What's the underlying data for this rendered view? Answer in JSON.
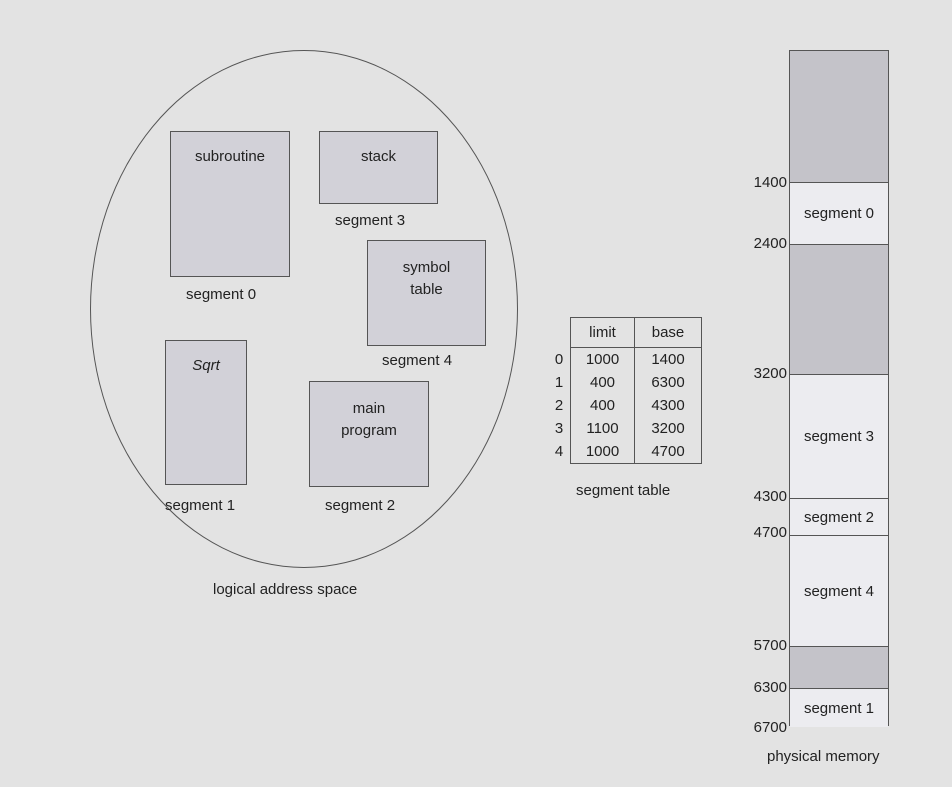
{
  "logical": {
    "caption": "logical address space",
    "segments": {
      "subroutine": {
        "text1": "subroutine",
        "label": "segment 0"
      },
      "stack": {
        "text1": "stack",
        "label": "segment 3"
      },
      "symbol": {
        "text1": "symbol",
        "text2": "table",
        "label": "segment 4"
      },
      "sqrt": {
        "text1": "Sqrt",
        "label": "segment 1"
      },
      "main": {
        "text1": "main",
        "text2": "program",
        "label": "segment 2"
      }
    }
  },
  "segment_table": {
    "caption": "segment table",
    "headers": [
      "limit",
      "base"
    ],
    "rows": [
      {
        "index": "0",
        "limit": "1000",
        "base": "1400"
      },
      {
        "index": "1",
        "limit": "400",
        "base": "6300"
      },
      {
        "index": "2",
        "limit": "400",
        "base": "4300"
      },
      {
        "index": "3",
        "limit": "1100",
        "base": "3200"
      },
      {
        "index": "4",
        "limit": "1000",
        "base": "4700"
      }
    ]
  },
  "physical": {
    "caption": "physical memory",
    "addresses": [
      "1400",
      "2400",
      "3200",
      "4300",
      "4700",
      "5700",
      "6300",
      "6700"
    ],
    "blocks": [
      {
        "label": "",
        "kind": "free"
      },
      {
        "label": "segment 0",
        "kind": "used"
      },
      {
        "label": "",
        "kind": "free"
      },
      {
        "label": "segment 3",
        "kind": "used"
      },
      {
        "label": "segment 2",
        "kind": "used"
      },
      {
        "label": "segment 4",
        "kind": "used"
      },
      {
        "label": "",
        "kind": "free"
      },
      {
        "label": "segment 1",
        "kind": "used"
      }
    ]
  }
}
